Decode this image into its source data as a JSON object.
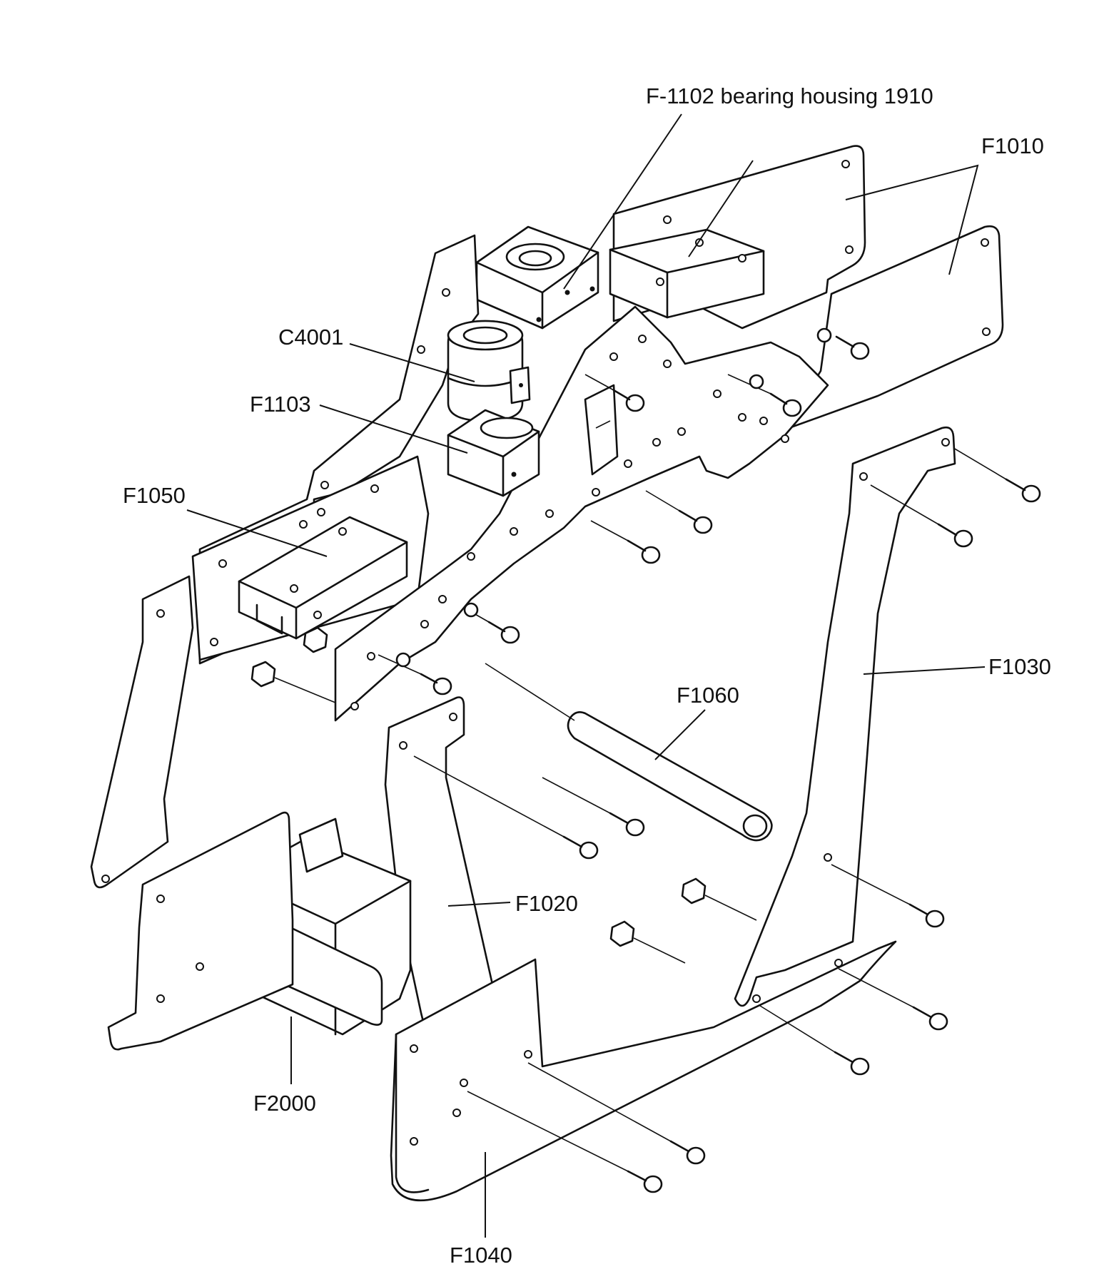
{
  "diagram": {
    "labels": {
      "bearing_housing": "F-1102 bearing housing 1910",
      "f1010": "F1010",
      "c4001": "C4001",
      "f1103": "F1103",
      "f1050": "F1050",
      "f1060": "F1060",
      "f1030": "F1030",
      "f1020": "F1020",
      "f2000": "F2000",
      "f1040": "F1040"
    },
    "colors": {
      "line": "#111111",
      "background": "#ffffff"
    }
  }
}
